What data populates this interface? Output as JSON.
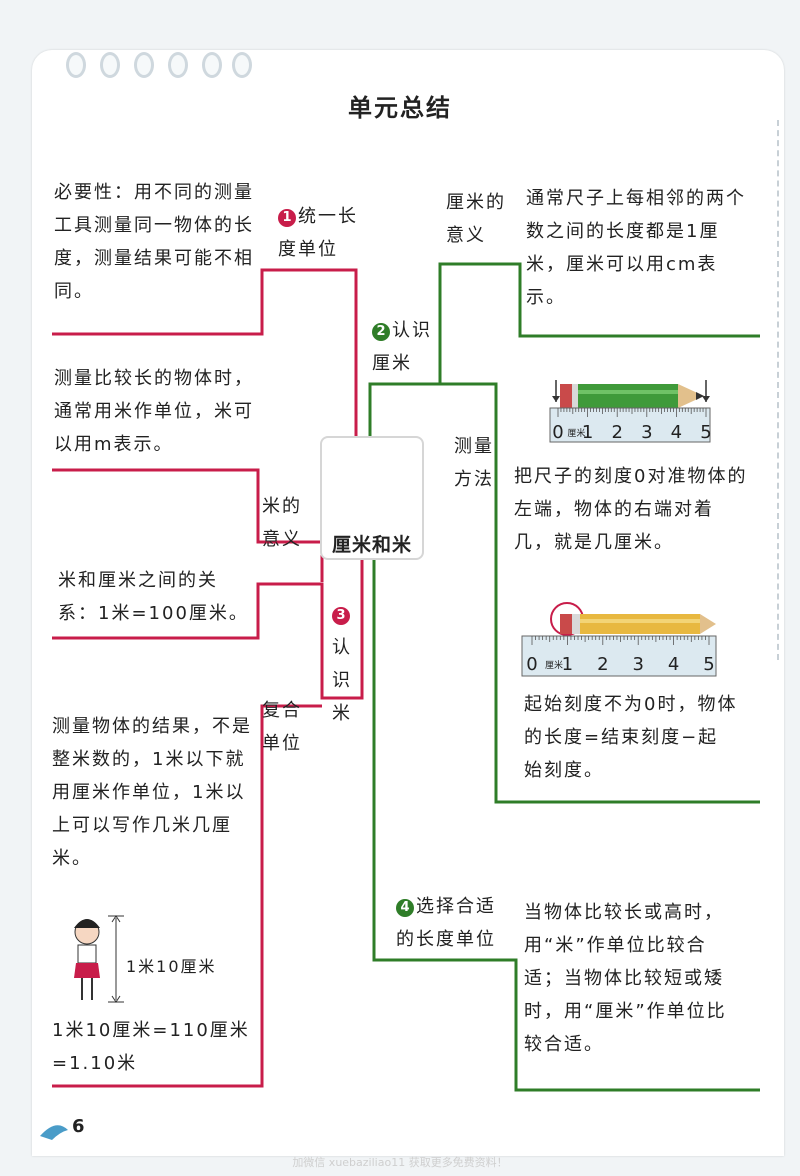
{
  "title": "单元总结",
  "center": "厘米和米",
  "branch1": {
    "num": "1",
    "label": "统一长度单位",
    "text": "必要性：用不同的测量工具测量同一物体的长度，测量结果可能不相同。"
  },
  "branch2": {
    "num": "2",
    "label": "认识厘米",
    "meaning": {
      "label": "厘米的意义",
      "text": "通常尺子上每相邻的两个数之间的长度都是1厘米，厘米可以用cm表示。"
    },
    "method": {
      "label": "测量方法",
      "text1": "把尺子的刻度0对准物体的左端，物体的右端对着几，就是几厘米。",
      "text2": "起始刻度不为0时，物体的长度=结束刻度−起始刻度。"
    },
    "ruler_unit": "厘米",
    "ruler_ticks": [
      "0",
      "1",
      "2",
      "3",
      "4",
      "5"
    ]
  },
  "branch3": {
    "num": "3",
    "label": "认识米",
    "top_text": "测量比较长的物体时，通常用米作单位，米可以用m表示。",
    "meaning": {
      "label": "米的意义",
      "text": "米和厘米之间的关系：1米=100厘米。"
    },
    "compound": {
      "label": "复合单位",
      "text": "测量物体的结果，不是整米数的，1米以下就用厘米作单位，1米以上可以写作几米几厘米。",
      "height_label": "1米10厘米",
      "equation": "1米10厘米=110厘米=1.10米"
    }
  },
  "branch4": {
    "num": "4",
    "label": "选择合适的长度单位",
    "text": "当物体比较长或高时，用“米”作单位比较合适；当物体比较短或矮时，用“厘米”作单位比较合适。"
  },
  "page_number": "6",
  "footer": "加微信 xuebaziliao11 获取更多免费资料！",
  "colors": {
    "red": "#c81d4a",
    "green": "#2f7d28"
  }
}
